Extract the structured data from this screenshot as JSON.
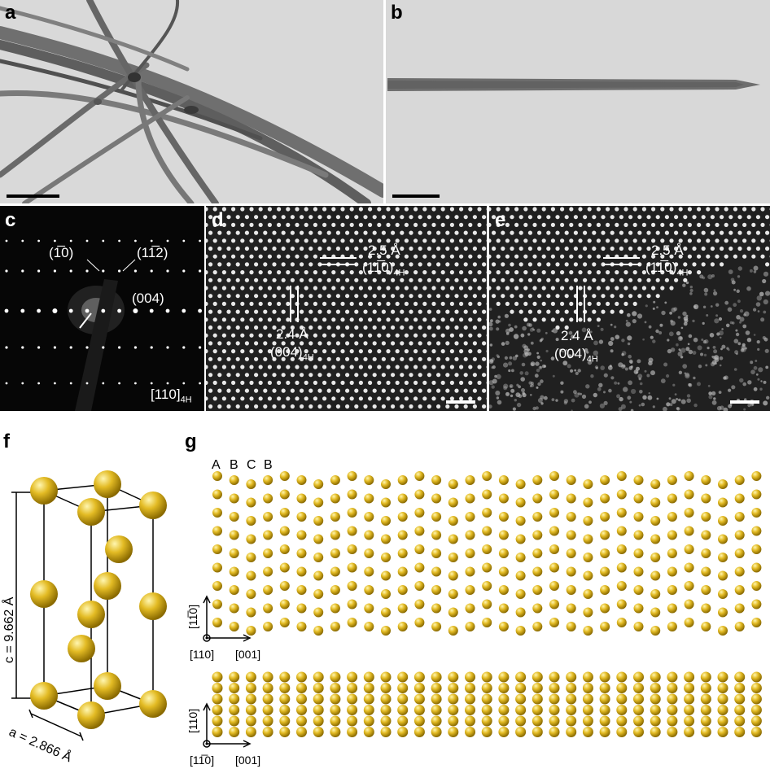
{
  "panels": {
    "a": {
      "label": "a"
    },
    "b": {
      "label": "b"
    },
    "c": {
      "label": "c",
      "spot_1": "(1̅0)",
      "spot_2": "(11̅2)",
      "spot_3": "(004)",
      "zone_axis": "[110]",
      "zone_sub": "4H"
    },
    "d": {
      "label": "d",
      "d1_value": "2.5 Å",
      "d1_plane": "(11̅0)",
      "d1_sub": "4H",
      "d2_value": "2.4 Å",
      "d2_plane": "(004)",
      "d2_sub": "4H"
    },
    "e": {
      "label": "e",
      "d1_value": "2.5 Å",
      "d1_plane": "(11̅0)",
      "d1_sub": "4H",
      "d2_value": "2.4 Å",
      "d2_plane": "(004)",
      "d2_sub": "4H"
    },
    "f": {
      "label": "f",
      "c_param": "c = 9.662 Å",
      "a_param": "a = 2.866 Å"
    },
    "g": {
      "label": "g",
      "stacking": [
        "A",
        "B",
        "C",
        "B"
      ],
      "top_vertical_axis": "[11̅0]",
      "top_origin_axis": "[110]",
      "top_horizontal_axis": "[001]",
      "bottom_vertical_axis": "[110]",
      "bottom_origin_axis": "[11̅0]",
      "bottom_horizontal_axis": "[001]"
    }
  },
  "colors": {
    "atom": "#e0b820",
    "atom_highlight": "#fff3a0",
    "atom_shadow": "#8a6a00"
  }
}
